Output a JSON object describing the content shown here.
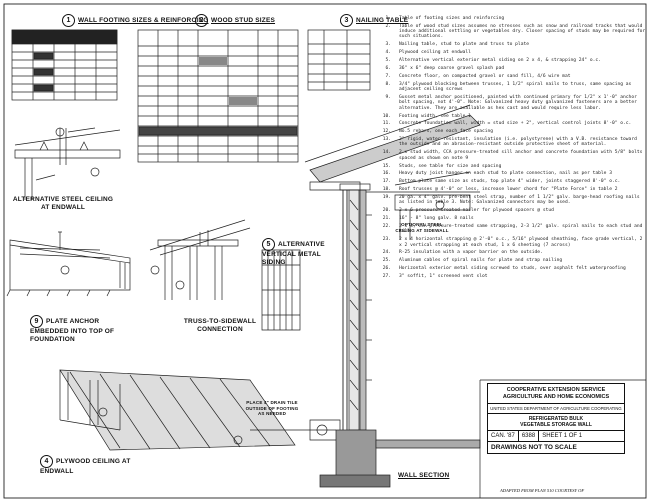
{
  "sections": {
    "wall_footing": {
      "num": "1",
      "title": "WALL FOOTING SIZES & REINFORCING"
    },
    "wood_stud": {
      "num": "2",
      "title": "WOOD STUD SIZES"
    },
    "nailing": {
      "num": "3",
      "title": "NAILING TABLE"
    },
    "steel_ceiling": {
      "title": "ALTERNATIVE STEEL CEILING AT ENDWALL"
    },
    "plate_anchor": {
      "num": "9",
      "title": "PLATE ANCHOR EMBEDDED INTO TOP OF FOUNDATION"
    },
    "truss": {
      "title": "TRUSS-TO-SIDEWALL CONNECTION"
    },
    "vertical_siding": {
      "num": "5",
      "title": "ALTERNATIVE VERTICAL METAL SIDING"
    },
    "optional_steel": {
      "title": "OPTIONAL STEEL CEILING AT SIDEWALL"
    },
    "plywood_ceiling": {
      "num": "4",
      "title": "PLYWOOD CEILING AT ENDWALL"
    },
    "drain_tile": {
      "title": "PLACE 4\" DRAIN TILE OUTSIDE OF FOOTING AS NEEDED"
    },
    "wall_section": {
      "title": "WALL SECTION"
    }
  },
  "notes": [
    {
      "num": "1.",
      "text": "Table of footing sizes and reinforcing"
    },
    {
      "num": "2.",
      "text": "Table of wood stud sizes assumes no stresses such as snow and railroad tracks that would induce additional settling or vegetables dry. Closer spacing of studs may be required for such situations."
    },
    {
      "num": "3.",
      "text": "Nailing table, stud to plate and truss to plate"
    },
    {
      "num": "4.",
      "text": "Plywood ceiling at endwall"
    },
    {
      "num": "5.",
      "text": "Alternative vertical exterior metal siding on 2 x 4, & strapping 24\" o.c."
    },
    {
      "num": "6.",
      "text": "36\" x 6\" deep coarse gravel splash pad"
    },
    {
      "num": "7.",
      "text": "Concrete floor, on compacted gravel or sand fill, 4/6 wire mat"
    },
    {
      "num": "8.",
      "text": "3/4\" plywood blocking between trusses, 1 1/2\" spiral nails to truss, same spacing as adjacent ceiling screws"
    },
    {
      "num": "9.",
      "text": "Gusset metal anchor positioned, painted with continued primary for 1/2\" x 1'-0\" anchor bolt spacing, not 4'-0\". Note: Galvanized heavy duty galvanized fasteners are a better alternative. They are available as hex cast and would require less labor."
    },
    {
      "num": "10.",
      "text": "Footing width, see table 1"
    },
    {
      "num": "11.",
      "text": "Concrete foundation wall, width = stud size + 2\", vertical control joints 8'-0\" o.c."
    },
    {
      "num": "12.",
      "text": "No.5 rebars, one each face spacing"
    },
    {
      "num": "13.",
      "text": "2\" rigid, water-resistant, insulation (i.e. polystyrene) with a V.B. resistance toward the outside and an abrasion-resistant outside protective sheet of material."
    },
    {
      "num": "14.",
      "text": "2 x stud width, CCA pressure-treated sill anchor and concrete foundation with 5/8\" bolts spaced as shown on note 9"
    },
    {
      "num": "15.",
      "text": "Studs, see table for size and spacing"
    },
    {
      "num": "16.",
      "text": "Heavy duty joist hanger on each stud to plate connection, nail as per table 3"
    },
    {
      "num": "17.",
      "text": "Bottom plate same size as studs, top plate 4\" wider, joints staggered 8'-0\" o.c."
    },
    {
      "num": "18.",
      "text": "Roof trusses @ 4'-0\" or less, increase lower chord for \"Plate Force\" in table 2"
    },
    {
      "num": "19.",
      "text": "20 ga. x 4\" galv. pre-bent steel strap, number of 1 1/2\" galv. barge-head roofing nails as listed in table 3. Note: Galvanized connectors may be used."
    },
    {
      "num": "20.",
      "text": "2 x 6 pressure-treated nailer for plywood spacers @ stud"
    },
    {
      "num": "21.",
      "text": "16\" - 8\" long galv. 8 nails"
    },
    {
      "num": "22.",
      "text": "2 x 4, CCA-pressure-treated same strapping, 2-3 1/2\" galv. spiral nails to each stud and sill"
    },
    {
      "num": "23.",
      "text": "2 x 4 horizontal strapping @ 2'-0\" o.c., 5/16\" plywood sheathing, face grade vertical, 2 x 2 vertical strapping at each stud, 1 x 6 sheeting (7 across)"
    },
    {
      "num": "24.",
      "text": "R-25 insulation with a vapor barrier on the outside."
    },
    {
      "num": "25.",
      "text": "Aluminum cables of spiral nails for plate and strap nailing"
    },
    {
      "num": "26.",
      "text": "Horizontal exterior metal siding screwed to studs, over asphalt felt waterproofing"
    },
    {
      "num": "27.",
      "text": "3\" soffit, 1\" screened vent slot"
    }
  ],
  "title_block": {
    "org_line1": "COOPERATIVE EXTENSION SERVICE",
    "org_line2": "AGRICULTURE AND HOME ECONOMICS",
    "dept": "UNITED STATES DEPARTMENT OF AGRICULTURE COOPERATING",
    "project_line1": "REFRIGERATED BULK",
    "project_line2": "VEGETABLE STORAGE WALL",
    "drawing_no": "CAN. '87",
    "plan_no": "6388",
    "sheet": "SHEET 1 OF 1",
    "scale_note": "DRAWINGS NOT TO SCALE"
  },
  "adapted_note": "ADAPTED FROM PLAN 510 COURTESY OF"
}
